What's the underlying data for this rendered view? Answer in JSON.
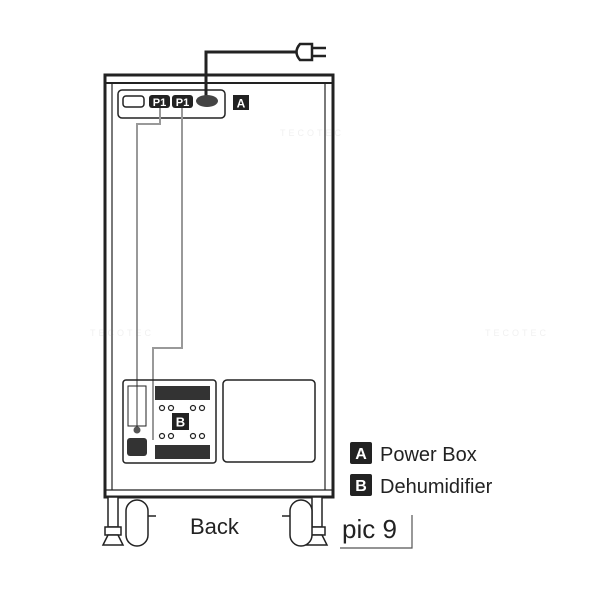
{
  "diagram": {
    "power_box": {
      "port_labels": [
        "P1",
        "P1"
      ],
      "marker": "A"
    },
    "dehumidifier": {
      "marker": "B"
    },
    "legend": [
      {
        "key": "A",
        "label": "Power Box"
      },
      {
        "key": "B",
        "label": "Dehumidifier"
      }
    ],
    "view_label": "Back",
    "figure_label": "pic 9",
    "watermark": "TECOTEC",
    "colors": {
      "line": "#222222",
      "cable": "#999999",
      "marker_bg": "#222222"
    }
  }
}
